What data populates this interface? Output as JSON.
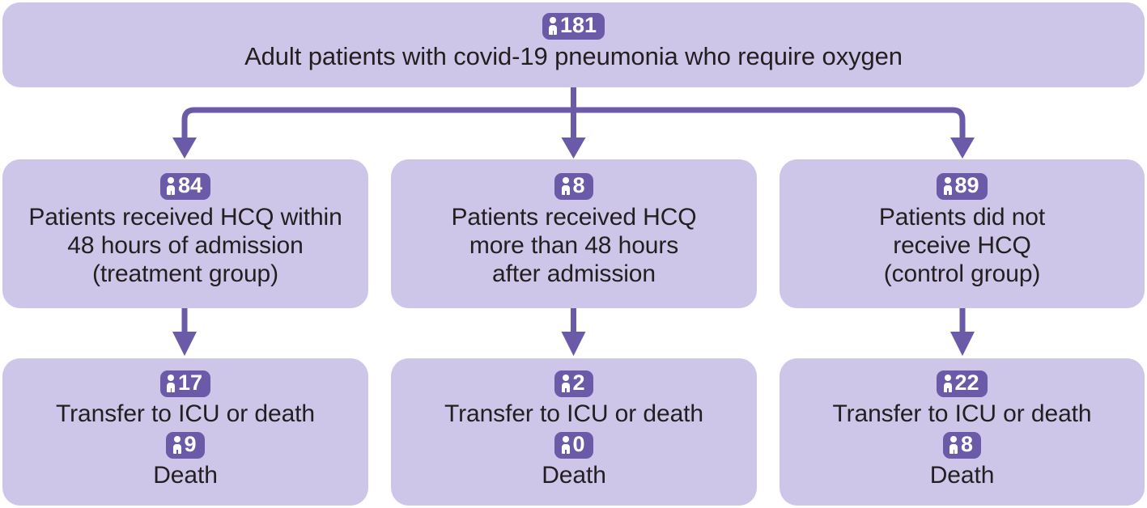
{
  "diagram": {
    "title_node": {
      "count": "181",
      "icon": "person-icon",
      "text": "Adult patients with covid-19 pneumonia who require oxygen"
    },
    "colors": {
      "box_fill": "#cdc6e8",
      "badge_fill": "#6b5aa7",
      "connector": "#6b5aa7",
      "text": "#231f20",
      "badge_text": "#ffffff",
      "background": "#ffffff"
    },
    "groups": [
      {
        "count": "84",
        "icon": "person-icon",
        "text": "Patients received HCQ  within\n48 hours of admission\n(treatment group)",
        "outcome": {
          "primary_count": "17",
          "primary_icon": "person-icon",
          "primary_text": "Transfer to ICU or death",
          "secondary_count": "9",
          "secondary_icon": "person-icon",
          "secondary_text": "Death"
        }
      },
      {
        "count": "8",
        "icon": "person-icon",
        "text": "Patients received HCQ\nmore than 48 hours\nafter admission",
        "outcome": {
          "primary_count": "2",
          "primary_icon": "person-icon",
          "primary_text": "Transfer to ICU or death",
          "secondary_count": "0",
          "secondary_icon": "person-icon",
          "secondary_text": "Death"
        }
      },
      {
        "count": "89",
        "icon": "person-icon",
        "text": "Patients did not\nreceive HCQ\n(control group)",
        "outcome": {
          "primary_count": "22",
          "primary_icon": "person-icon",
          "primary_text": "Transfer to ICU or death",
          "secondary_count": "8",
          "secondary_icon": "person-icon",
          "secondary_text": "Death"
        }
      }
    ]
  }
}
